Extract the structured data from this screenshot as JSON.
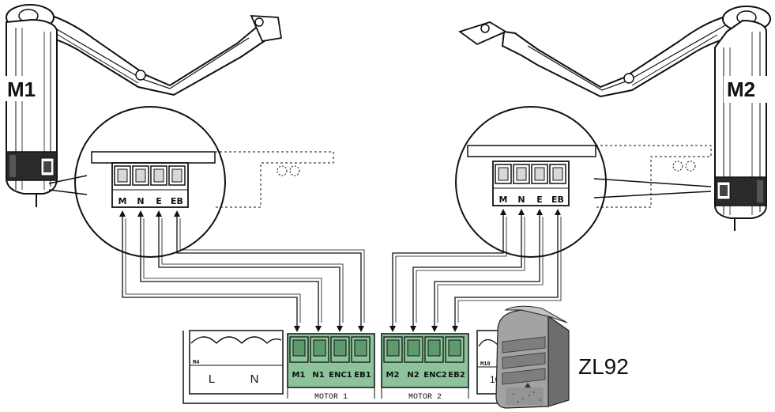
{
  "motors": {
    "left": {
      "label": "M1"
    },
    "right": {
      "label": "M2"
    }
  },
  "zoom_left": {
    "terminals": [
      "M",
      "N",
      "E",
      "EB"
    ]
  },
  "zoom_right": {
    "terminals": [
      "M",
      "N",
      "E",
      "EB"
    ]
  },
  "board": {
    "mains_block": {
      "tag": "M4",
      "terminals": [
        "L",
        "N"
      ]
    },
    "motor1": {
      "terminals": [
        "M1",
        "N1",
        "ENC1",
        "EB1"
      ],
      "caption": "MOTOR 1"
    },
    "motor2": {
      "terminals": [
        "M2",
        "N2",
        "ENC2",
        "EB2"
      ],
      "caption": "MOTOR 2"
    },
    "right_block": {
      "tag": "M10",
      "partial_number": "10"
    }
  },
  "accessory": {
    "label": "ZL92"
  },
  "colors": {
    "terminal_green": "#8cc39a",
    "line": "#111111",
    "accessory_body": "#9a9a9a"
  }
}
